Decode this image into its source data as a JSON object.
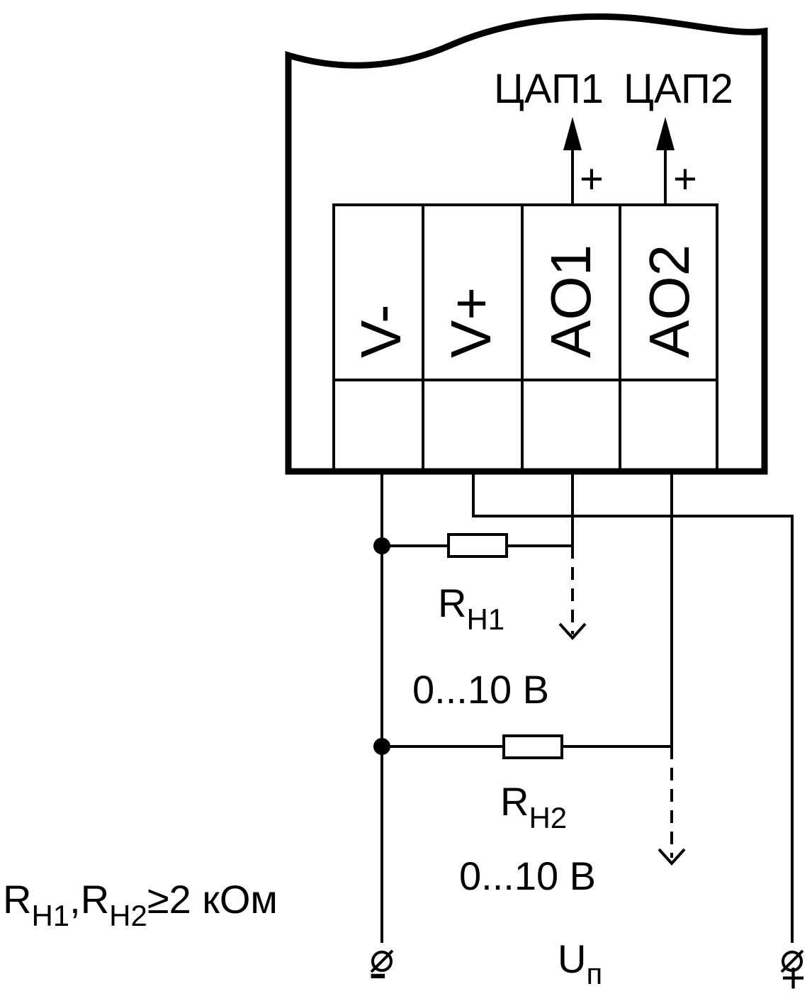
{
  "device": {
    "outputs": [
      "ЦАП1",
      "ЦАП2"
    ],
    "plus_signs": [
      "+",
      "+"
    ]
  },
  "terminals": [
    {
      "label": "V-"
    },
    {
      "label": "V+"
    },
    {
      "label": "AO1"
    },
    {
      "label": "AO2"
    }
  ],
  "resistors": {
    "r1": {
      "base": "R",
      "sub": "Н1"
    },
    "r2": {
      "base": "R",
      "sub": "Н2"
    }
  },
  "ranges": {
    "r1": "0...10 В",
    "r2": "0...10 В"
  },
  "power": {
    "label_base": "U",
    "label_sub": "п",
    "minus": "-",
    "plus": "+"
  },
  "condition": {
    "r1_base": "R",
    "r1_sub": "Н1",
    "sep": ",",
    "r2_base": "R",
    "r2_sub": "Н2",
    "relation": "≥2 кОм"
  }
}
